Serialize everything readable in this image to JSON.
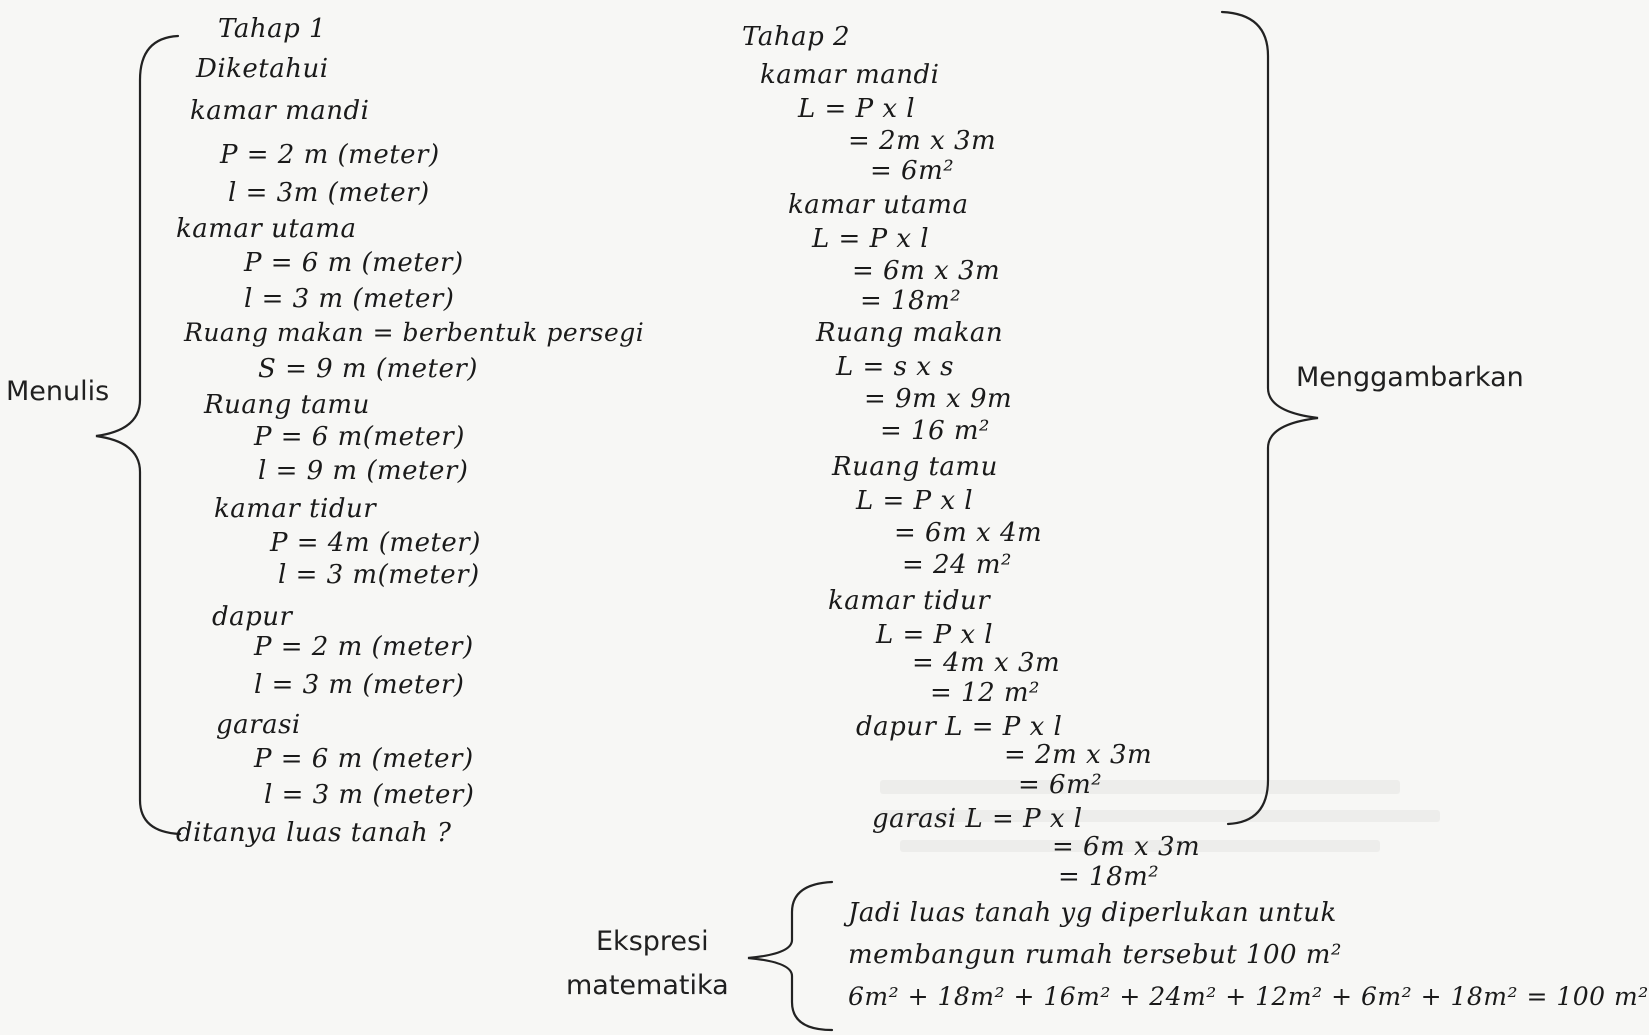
{
  "labels": {
    "menulis": "Menulis",
    "menggambarkan": "Menggambarkan",
    "ekspresi_line1": "Ekspresi",
    "ekspresi_line2": "matematika"
  },
  "left_lines": [
    "Tahap 1",
    "Diketahui",
    "kamar mandi",
    "P = 2 m (meter)",
    "l = 3m (meter)",
    "kamar utama",
    "P = 6 m (meter)",
    "l = 3 m (meter)",
    "Ruang makan = berbentuk persegi",
    "S = 9 m (meter)",
    "Ruang tamu",
    "P = 6 m(meter)",
    "l = 9 m (meter)",
    "kamar tidur",
    "P = 4m (meter)",
    "l = 3 m(meter)",
    "dapur",
    "P = 2 m (meter)",
    "l = 3 m (meter)",
    "garasi",
    "P = 6 m (meter)",
    "l = 3 m (meter)",
    "ditanya luas tanah ?"
  ],
  "right_lines": [
    "Tahap 2",
    "kamar mandi",
    "L = P x l",
    "= 2m x 3m",
    "= 6m²",
    "kamar utama",
    "L = P x l",
    "= 6m x 3m",
    "= 18m²",
    "Ruang makan",
    "L = s x s",
    "= 9m x 9m",
    "= 16 m²",
    "Ruang tamu",
    "L = P x l",
    "= 6m x 4m",
    "= 24 m²",
    "kamar tidur",
    "L = P x l",
    "= 4m x 3m",
    "= 12 m²",
    "dapur L = P x l",
    "= 2m x 3m",
    "= 6m²",
    "garasi L = P x l",
    "= 6m x 3m",
    "= 18m²"
  ],
  "conclusion": [
    "Jadi luas tanah yg diperlukan untuk",
    "membangun rumah tersebut 100 m²",
    "6m² + 18m² + 16m² + 24m² + 12m² + 6m² + 18m² = 100 m²"
  ]
}
